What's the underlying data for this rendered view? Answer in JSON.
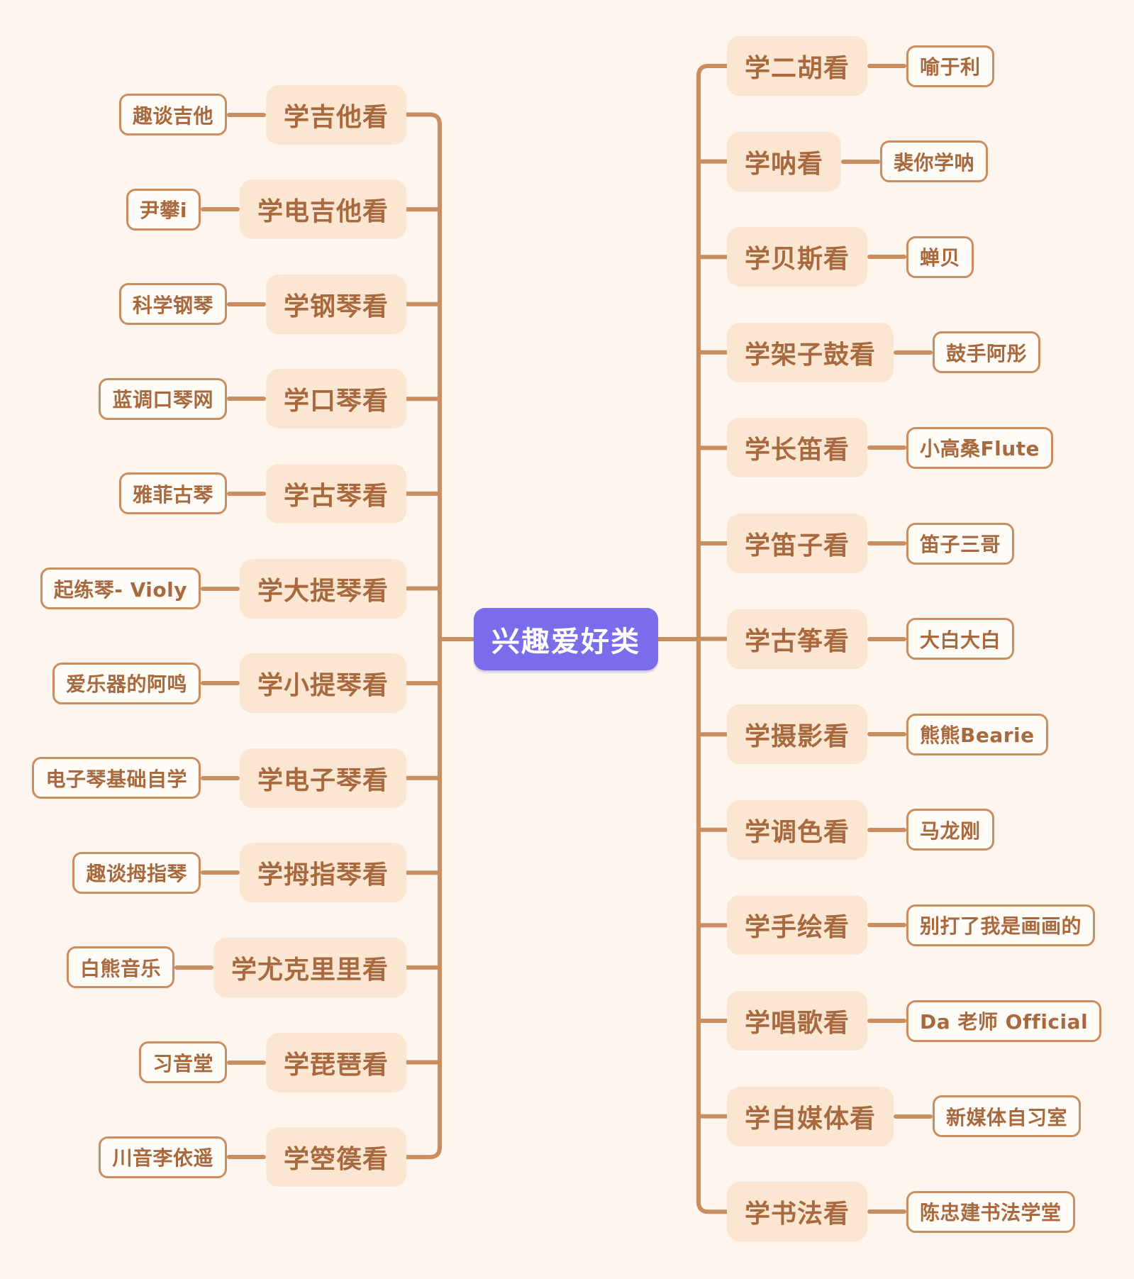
{
  "title": "兴趣爱好类思维导图",
  "colors": {
    "background": "#FDF5EE",
    "outline": "#C98D5F",
    "branch_fill": "#FAE6D1",
    "leaf_fill": "#FFFBF6",
    "text": "#A8693F",
    "root_fill": "#7B6CEC",
    "root_text": "#FFFFFF"
  },
  "root": {
    "label": "兴趣爱好类"
  },
  "left_branches": [
    {
      "label": "学吉他看",
      "child": "趣谈吉他"
    },
    {
      "label": "学电吉他看",
      "child": "尹攀i"
    },
    {
      "label": "学钢琴看",
      "child": "科学钢琴"
    },
    {
      "label": "学口琴看",
      "child": "蓝调口琴网"
    },
    {
      "label": "学古琴看",
      "child": "雅菲古琴"
    },
    {
      "label": "学大提琴看",
      "child": "起练琴- Violy"
    },
    {
      "label": "学小提琴看",
      "child": "爱乐器的阿鸣"
    },
    {
      "label": "学电子琴看",
      "child": "电子琴基础自学"
    },
    {
      "label": "学拇指琴看",
      "child": "趣谈拇指琴"
    },
    {
      "label": "学尤克里里看",
      "child": "白熊音乐"
    },
    {
      "label": "学琵琶看",
      "child": "习音堂"
    },
    {
      "label": "学箜篌看",
      "child": "川音李依遥"
    }
  ],
  "right_branches": [
    {
      "label": "学二胡看",
      "child": "喻于利"
    },
    {
      "label": "学呐看",
      "child": "裴你学呐"
    },
    {
      "label": "学贝斯看",
      "child": "蝉贝"
    },
    {
      "label": "学架子鼓看",
      "child": "鼓手阿彤"
    },
    {
      "label": "学长笛看",
      "child": "小高桑Flute"
    },
    {
      "label": "学笛子看",
      "child": "笛子三哥"
    },
    {
      "label": "学古筝看",
      "child": "大白大白"
    },
    {
      "label": "学摄影看",
      "child": "熊熊Bearie"
    },
    {
      "label": "学调色看",
      "child": "马龙刚"
    },
    {
      "label": "学手绘看",
      "child": "别打了我是画画的"
    },
    {
      "label": "学唱歌看",
      "child": "Da 老师 Official"
    },
    {
      "label": "学自媒体看",
      "child": "新媒体自习室"
    },
    {
      "label": "学书法看",
      "child": "陈忠建书法学堂"
    }
  ]
}
